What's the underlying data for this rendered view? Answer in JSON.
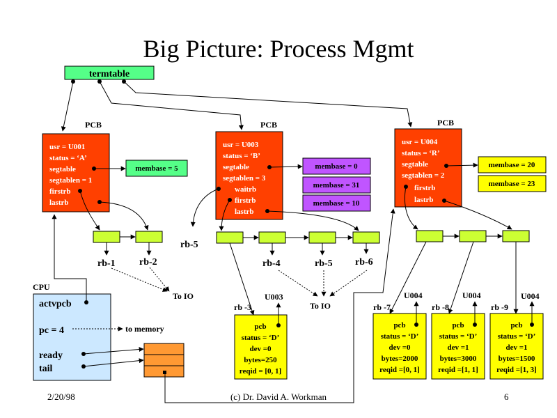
{
  "title": "Big Picture: Process Mgmt",
  "termtable": "termtable",
  "pcb_label": "PCB",
  "cpu_label": "CPU",
  "pcb1": {
    "lines": [
      "usr = U001",
      "status = ‘A’",
      "segtable",
      "segtablen = 1",
      "firstrb",
      "lastrb"
    ]
  },
  "pcb2": {
    "lines": [
      "usr = U003",
      "status = ‘B’",
      "segtable",
      "segtablen = 3",
      "waitrb",
      "firstrb",
      "lastrb"
    ]
  },
  "pcb3": {
    "lines": [
      "usr = U004",
      "status = ‘R’",
      "segtable",
      "segtablen = 2",
      "firstrb",
      "lastrb"
    ]
  },
  "membase": {
    "m1": "membase = 5",
    "m2": "membase = 0",
    "m3": "membase = 31",
    "m4": "membase = 10",
    "m5": "membase = 20",
    "m6": "membase = 23"
  },
  "rb_labels": {
    "rb1": "rb-1",
    "rb2": "rb-2",
    "rb5a": "rb-5",
    "rb4": "rb-4",
    "rb5b": "rb-5",
    "rb6": "rb-6",
    "rb3": "rb -3",
    "rb7": "rb -7",
    "rb8": "rb -8",
    "rb9": "rb -9"
  },
  "to_io": "To  IO",
  "to_memory": "to memory",
  "cpu": {
    "actvpcb": "actvpcb",
    "pc": "pc = 4",
    "ready": "ready",
    "tail": "tail"
  },
  "io_pcbs": [
    {
      "user": "U003",
      "lines": [
        "pcb",
        "status = ‘D’",
        "dev =0",
        "bytes=250",
        "reqid = [0, 1]"
      ]
    },
    {
      "user": "U004",
      "lines": [
        "pcb",
        "status = ‘D’",
        "dev =0",
        "bytes=2000",
        "reqid =[0, 1]"
      ]
    },
    {
      "user": "U004",
      "lines": [
        "pcb",
        "status = ‘D’",
        "dev =1",
        "bytes=3000",
        "reqid =[1, 1]"
      ]
    },
    {
      "user": "U004",
      "lines": [
        "pcb",
        "status = ‘D’",
        "dev =1",
        "bytes=1500",
        "reqid =[1, 3]"
      ]
    }
  ],
  "footer": {
    "date": "2/20/98",
    "credit": "(c) Dr. David A. Workman",
    "page": "6"
  },
  "colors": {
    "pcb": "#ff4000",
    "green": "#55ff88",
    "yellow": "#ffff00",
    "purple": "#c055ff",
    "lime": "#ccff33",
    "cpu": "#cce8ff",
    "orange": "#ff9933"
  }
}
